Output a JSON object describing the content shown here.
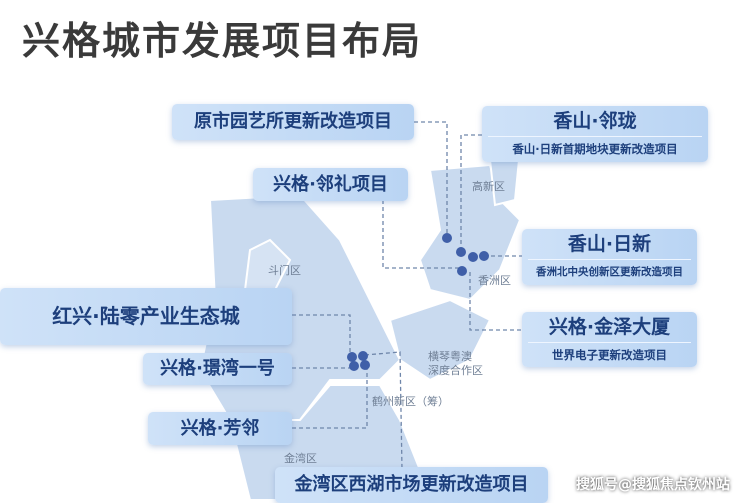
{
  "title": "兴格城市发展项目布局",
  "projects": [
    {
      "name": "原市园艺所更新改造项目"
    },
    {
      "name": "香山·邻珑",
      "sub": "香山·日新首期地块更新改造项目"
    },
    {
      "name": "兴格·邻礼项目"
    },
    {
      "name": "香山·日新",
      "sub": "香洲北中央创新区更新改造项目"
    },
    {
      "name": "红兴·陆零产业生态城"
    },
    {
      "name": "兴格·金泽大厦",
      "sub": "世界电子更新改造项目"
    },
    {
      "name": "兴格·璟湾一号"
    },
    {
      "name": "兴格·芳邻"
    },
    {
      "name": "金湾区西湖市场更新改造项目"
    }
  ],
  "districts": [
    "高新区",
    "斗门区",
    "香洲区",
    "横琴粤澳",
    "深度合作区",
    "鹤州新区（筹）",
    "金湾区"
  ],
  "watermark": "搜狐号@搜狐焦点钦州站",
  "colors": {
    "land": "#c9daef",
    "box": "#c4daf5",
    "text": "#1d3f7c",
    "dot": "#3f5fa8"
  }
}
